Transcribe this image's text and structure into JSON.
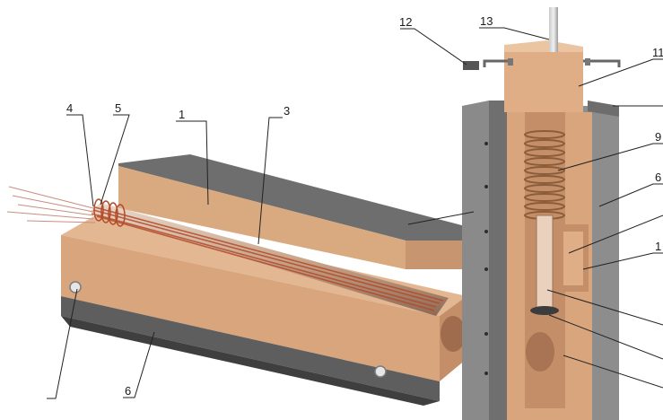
{
  "diagram": {
    "labels": {
      "l1": "1",
      "l3": "3",
      "l4": "4",
      "l5": "5",
      "l6": "6",
      "l9": "9",
      "l11": "11",
      "l12": "12",
      "l13": "13",
      "l6r": "6",
      "l1r": "1"
    },
    "colors": {
      "tan": "#d7a47c",
      "tan_light": "#e6bf9c",
      "tan_dark": "#b9875f",
      "gray": "#8e8e8e",
      "gray_dark": "#5f5f5f",
      "coil": "#b44a2a"
    }
  }
}
